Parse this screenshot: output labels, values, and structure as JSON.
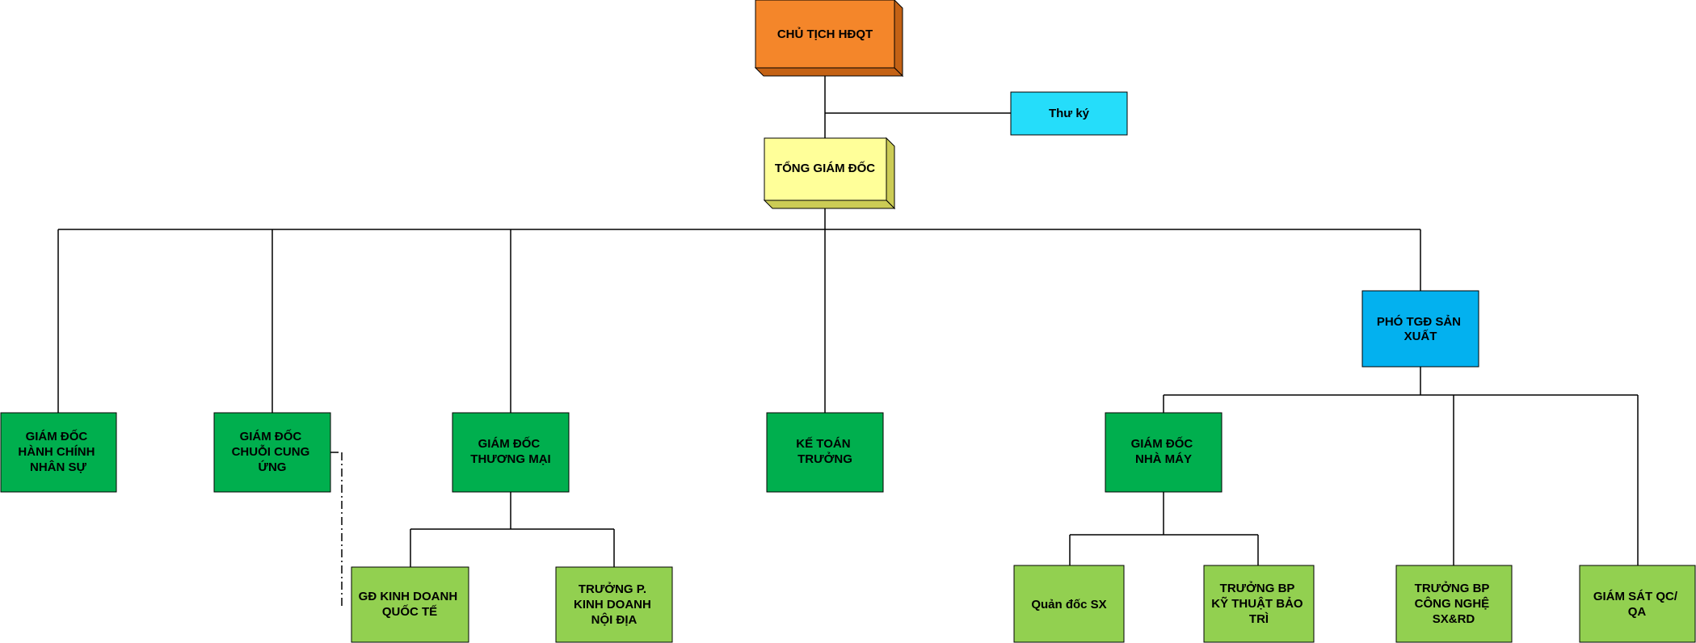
{
  "colors": {
    "chairman": "#F4862A",
    "ceo": "#FFFF99",
    "secretary": "#25DDFA",
    "vice_ceo": "#03B1EF",
    "director": "#00AF4E",
    "staff": "#92D050",
    "line": "#000000"
  },
  "nodes": {
    "chairman": [
      "CHỦ TỊCH HĐQT"
    ],
    "secretary": [
      "Thư ký"
    ],
    "ceo": [
      "TỔNG GIÁM ĐỐC"
    ],
    "hr_director": [
      "GIÁM ĐỐC",
      "HÀNH CHÍNH",
      "NHÂN SỰ"
    ],
    "supply_director": [
      "GIÁM ĐỐC",
      "CHUỖI CUNG",
      "ỨNG"
    ],
    "commercial_director": [
      "GIÁM ĐỐC",
      "THƯƠNG MẠI"
    ],
    "chief_accountant": [
      "KẾ TOÁN",
      "TRƯỞNG"
    ],
    "vice_ceo_production": [
      "PHÓ TGĐ SẢN",
      "XUẤT"
    ],
    "factory_director": [
      "GIÁM ĐỐC",
      "NHÀ MÁY"
    ],
    "intl_business_director": [
      "GĐ KINH DOANH",
      "QUỐC TẾ"
    ],
    "domestic_sales_head": [
      "TRƯỞNG P.",
      "KINH DOANH",
      "NỘI ĐỊA"
    ],
    "production_foreman": [
      "Quản đốc SX"
    ],
    "maintenance_head": [
      "TRƯỞNG BP",
      "KỸ THUẬT BẢO",
      "TRÌ"
    ],
    "technology_head": [
      "TRƯỞNG BP",
      "CÔNG NGHỆ",
      "SX&RD"
    ],
    "qc_supervisor": [
      "GIÁM SÁT QC/",
      "QA"
    ]
  }
}
